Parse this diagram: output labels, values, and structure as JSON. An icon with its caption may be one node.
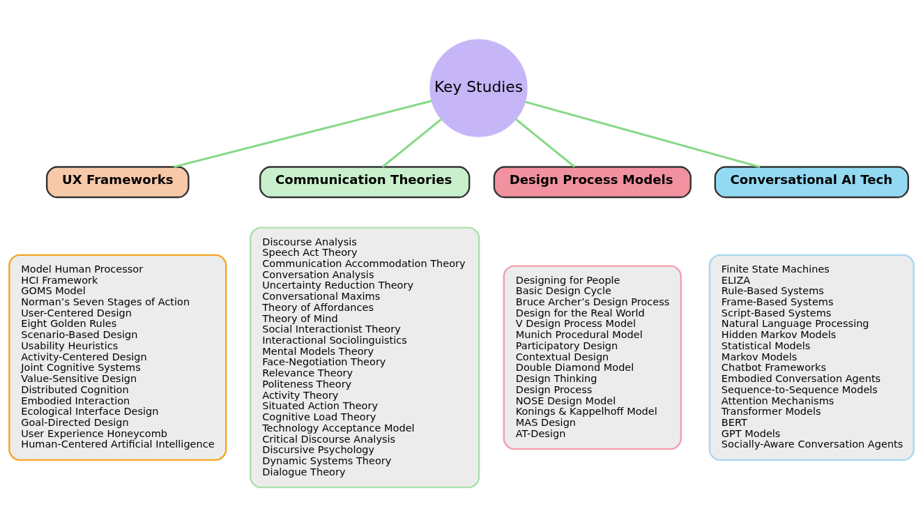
{
  "diagram": {
    "nodes": [
      {
        "text": [
          "UX Frameworks"
        ]
      },
      {
        "text": [
          "Communication Theories"
        ]
      },
      {
        "text": [
          "Model Human Processor",
          "HCI Framework",
          "GOMS Model",
          "Norman’s Seven Stages of Action",
          "User-Centered Design",
          "Eight Golden Rules",
          "Scenario-Based Design",
          "Usability Heuristics",
          "Activity-Centered Design",
          "Joint Cognitive Systems",
          "Value-Sensitive Design",
          "Distributed Cognition",
          "Embodied Interaction",
          "Ecological Interface Design",
          "Goal-Directed Design",
          "User Experience Honeycomb",
          "Human-Centered Artificial Intelligence"
        ]
      },
      {
        "text": [
          "Discourse Analysis",
          "Speech Act Theory",
          "Communication Accommodation Theory",
          "Conversation Analysis",
          "Uncertainty Reduction Theory",
          "Conversational Maxims",
          "Theory of Affordances",
          "Theory of Mind",
          "Social Interactionist Theory",
          "Interactional Sociolinguistics",
          "Mental Models Theory",
          "Face-Negotiation Theory",
          "Relevance Theory",
          "Politeness Theory",
          "Activity Theory",
          "Situated Action Theory",
          "Cognitive Load Theory",
          "Technology Acceptance Model",
          "Critical Discourse Analysis",
          "Discursive Psychology",
          "Dynamic Systems Theory",
          "Dialogue Theory"
        ]
      },
      {
        "text": [
          "Key Studies"
        ]
      },
      {
        "text": [
          "Design Process Models"
        ]
      },
      {
        "text": [
          "Conversational AI Tech"
        ]
      },
      {
        "text": [
          "Designing for People",
          "Basic Design Cycle",
          "Bruce Archer’s Design Process",
          "Design for the Real World",
          "V Design Process Model",
          "Munich Procedural Model",
          "Participatory Design",
          "Contextual Design",
          "Double Diamond Model",
          "Design Thinking",
          "Design Process",
          "NOSE Design Model",
          "Konings & Kappelhoff Model",
          "MAS Design",
          "AT-Design"
        ]
      },
      {
        "text": [
          "Finite State Machines",
          "ELIZA",
          "Rule-Based Systems",
          "Frame-Based Systems",
          "Script-Based Systems",
          "Natural Language Processing",
          "Hidden Markov Models",
          "Statistical Models",
          "Markov Models",
          "Chatbot Frameworks",
          "Embodied Conversation Agents",
          "Sequence-to-Sequence Models",
          "Attention Mechanisms",
          "Transformer Models",
          "BERT",
          "GPT Models",
          "Socially-Aware Conversation Agents"
        ]
      }
    ],
    "edges": [
      {
        "from": 4,
        "to": 0,
        "arrow": "none"
      },
      {
        "from": 4,
        "to": 1,
        "arrow": "none"
      },
      {
        "from": 4,
        "to": 5,
        "arrow": "none"
      },
      {
        "from": 4,
        "to": 6,
        "arrow": "none"
      }
    ]
  }
}
